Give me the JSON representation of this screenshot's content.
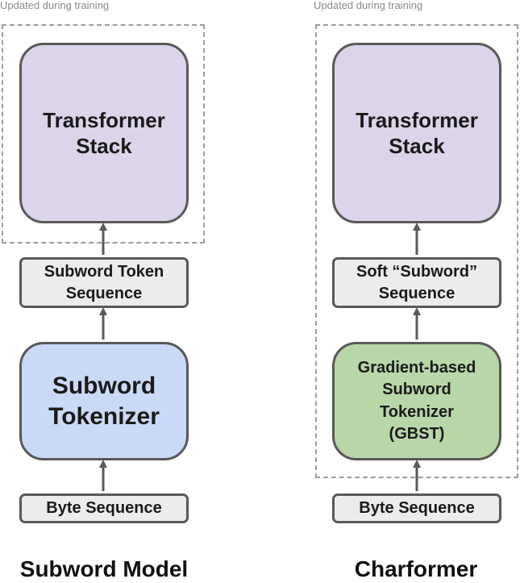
{
  "colors": {
    "transformer_fill": "#dcd4ea",
    "sequence_fill": "#ececec",
    "subword_tokenizer_fill": "#c9daf7",
    "gbst_fill": "#b7d7a8",
    "border": "#595959",
    "dashed_border": "#9e9e9e"
  },
  "left": {
    "caption": "Updated during training",
    "transformer": "Transformer\nStack",
    "token_sequence": "Subword Token\nSequence",
    "tokenizer": "Subword\nTokenizer",
    "byte_sequence": "Byte Sequence",
    "title": "Subword Model"
  },
  "right": {
    "caption": "Updated during training",
    "transformer": "Transformer\nStack",
    "token_sequence": "Soft “Subword”\nSequence",
    "tokenizer": "Gradient-based\nSubword\nTokenizer\n(GBST)",
    "byte_sequence": "Byte Sequence",
    "title": "Charformer"
  }
}
